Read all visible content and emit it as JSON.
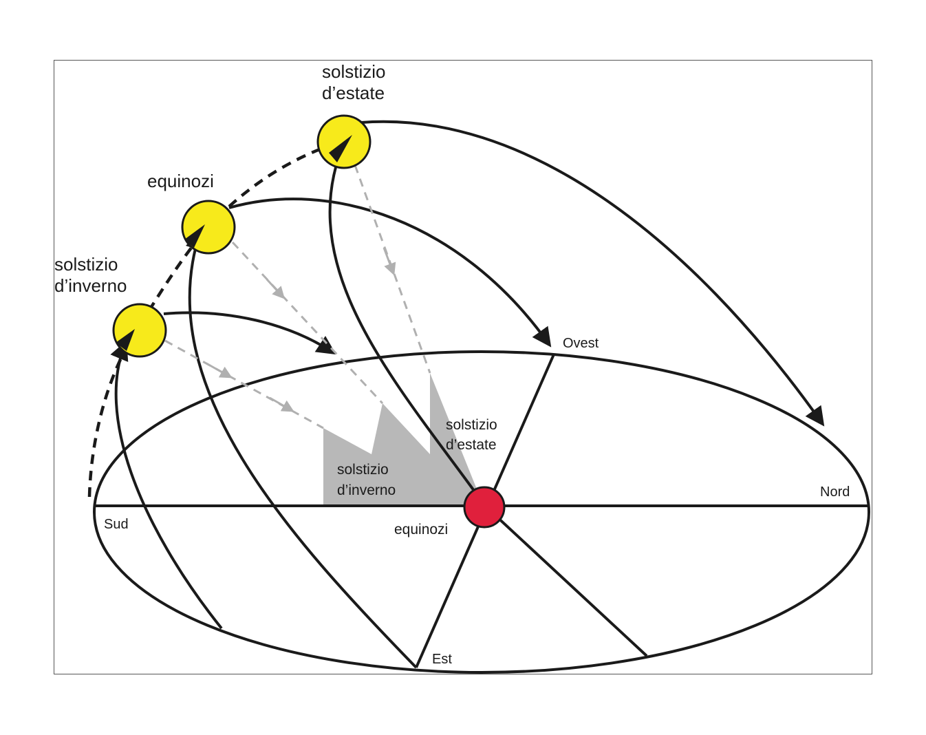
{
  "sun_labels": {
    "summer": [
      "solstizio",
      "d’estate"
    ],
    "equinox": "equinozi",
    "winter": [
      "solstizio",
      "d’inverno"
    ]
  },
  "shadow_labels": {
    "summer": [
      "solstizio",
      "d’estate"
    ],
    "winter": [
      "solstizio",
      "d’inverno"
    ],
    "equinox": "equinozi"
  },
  "directions": {
    "west": "Ovest",
    "north": "Nord",
    "south": "Sud",
    "east": "Est"
  },
  "colors": {
    "sun": "#f7ea1b",
    "observer": "#e0203c",
    "shadow": "#b8b8b8",
    "line": "#1a1a1a",
    "ray": "#b0b0b0"
  }
}
